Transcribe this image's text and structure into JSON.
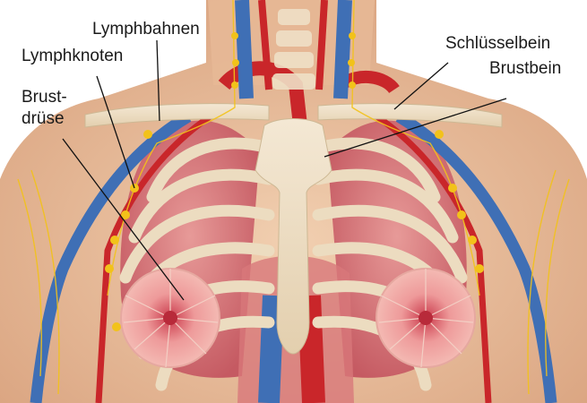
{
  "labels": {
    "lymphbahnen": "Lymphbahnen",
    "lymphknoten": "Lymphknoten",
    "brustdruese_line1": "Brust-",
    "brustdruese_line2": "drüse",
    "schluesselbein": "Schlüsselbein",
    "brustbein": "Brustbein"
  },
  "colors": {
    "skin": "#e9c3a2",
    "lung": "#d9747a",
    "bone": "#efe0c6",
    "vein": "#3f6fb5",
    "artery": "#c9262a",
    "lymph": "#f2c21a",
    "gland": "#e8898c"
  }
}
